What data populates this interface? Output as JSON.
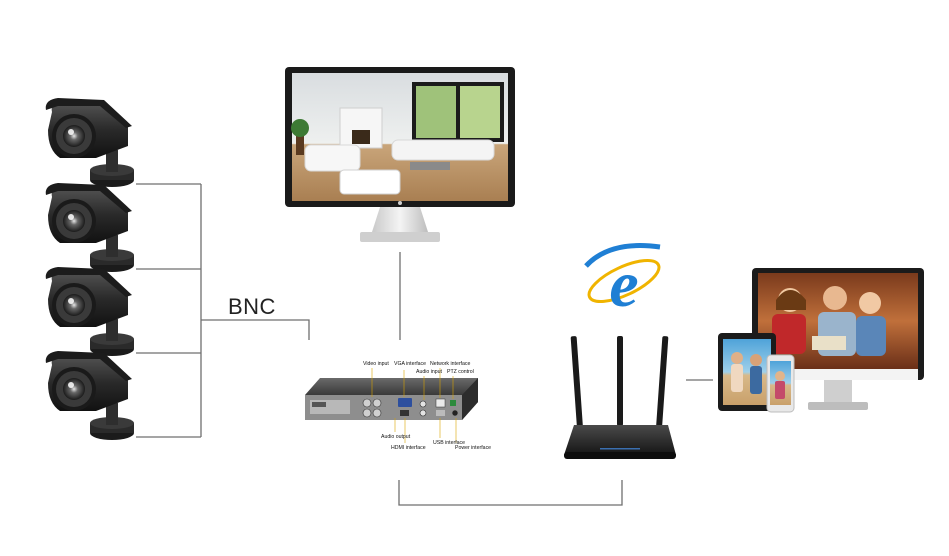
{
  "diagram": {
    "bnc_label": "BNC",
    "dvr_callouts": {
      "video_input": "Video input",
      "vga_interface": "VGA interface",
      "network_interface": "Network interface",
      "audio_input": "Audio input",
      "ptz_control": "PTZ control",
      "audio_output": "Audio output",
      "hdmi_interface": "HDMI interface",
      "usb_interface": "USB interface",
      "power_interface": "Power interface"
    },
    "devices": [
      "security-camera",
      "security-camera",
      "security-camera",
      "security-camera",
      "monitor",
      "dvr",
      "router",
      "internet-explorer-icon",
      "tablet",
      "smartphone",
      "all-in-one-pc"
    ],
    "colors": {
      "line": "#6f6f6f",
      "camera_body": "#2b2b2b",
      "ie_blue": "#1f7fd4",
      "ie_ring": "#f0b400"
    }
  }
}
